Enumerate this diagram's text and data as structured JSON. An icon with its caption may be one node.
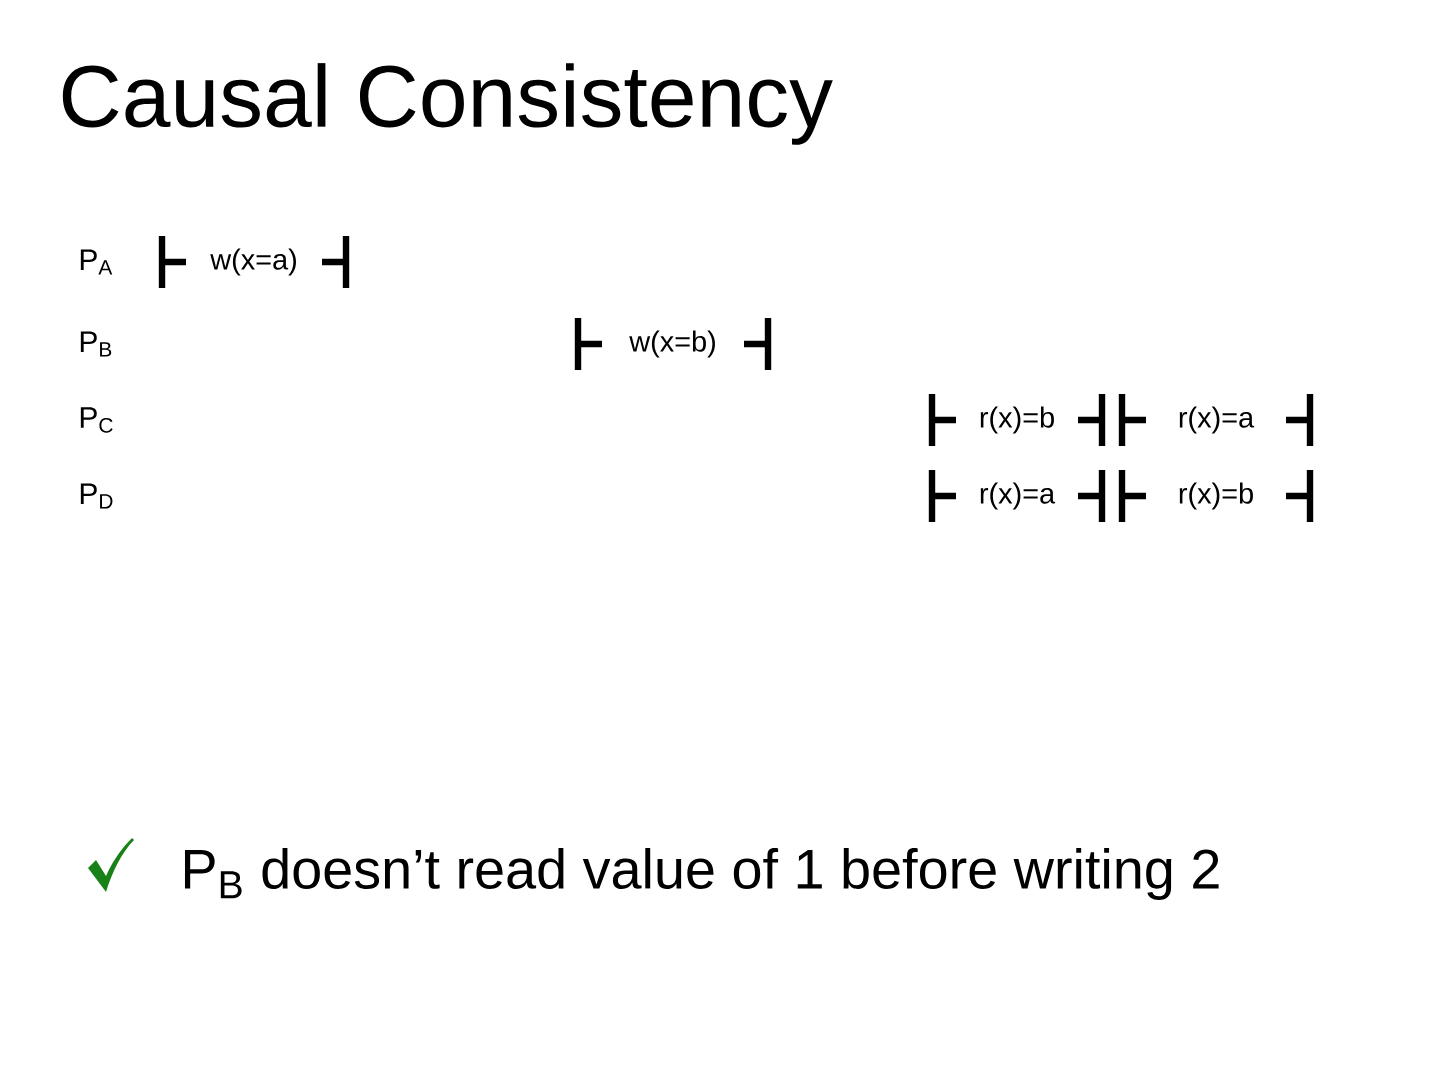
{
  "diagram": {
    "title": "Causal Consistency",
    "labels": [
      "P$_{A}$",
      "w(x=a)",
      "P$_{B}$",
      "w(x=b)",
      "P$_{C}$",
      "r(x)=b",
      "r(x)=a",
      "P$_{D}$",
      "r(x)=a",
      "r(x)=b",
      "P$_{B}$ doesn’t read value of 1 before writing 2"
    ]
  }
}
